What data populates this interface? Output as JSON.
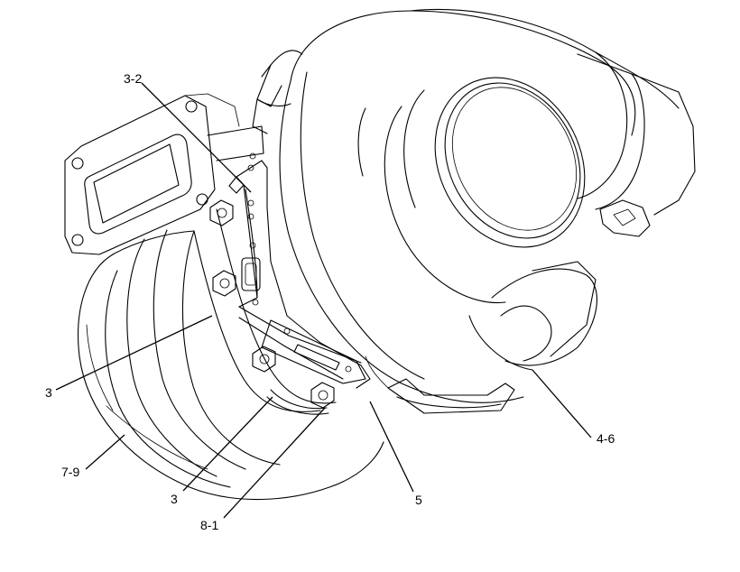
{
  "callouts": {
    "c_3_2": "3-2",
    "c_3_upper": "3",
    "c_7_9": "7-9",
    "c_3_lower": "3",
    "c_8_1": "8-1",
    "c_5": "5",
    "c_4_6": "4-6"
  }
}
